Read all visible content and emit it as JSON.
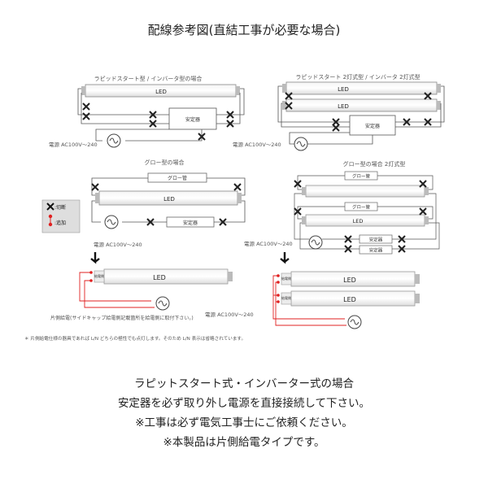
{
  "title": "配線参考図(直結工事が必要な場合)",
  "diagram": {
    "panel_rapid_single": "ラピッドスタート型 / インバータ型の場合",
    "panel_rapid_double": "ラピッドスタート 2灯式型 / インバータ 2灯式型",
    "panel_glow_single": "グロー型の場合",
    "panel_glow_double": "グロー型の場合 2灯式型",
    "led": "LED",
    "ballast": "安定器",
    "glow_tube": "グロー管",
    "power": "電源 AC100V～240",
    "legend_cut": ":切断",
    "legend_add": ":追加",
    "cap_label": "給電側",
    "single_side_note": "片側給電(サイドキャップ給電側記載箇所を給電側に取付下さい。)",
    "footnote": "＊ 片側給電仕様の器具であれば L/N どちらの極性でも点灯します。そのため L/N 表示は省略されています。"
  },
  "bottom": {
    "line1": "ラピットスタート式・インバーター式の場合",
    "line2": "安定器を必ず取り外し電源を直接接続して下さい。",
    "line3": "※工事は必ず電気工事士にご依頼ください。",
    "line4": "※本製品は片側給電タイプです。"
  }
}
